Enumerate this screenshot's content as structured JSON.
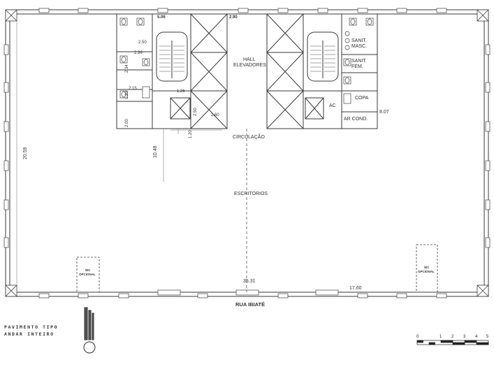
{
  "plan": {
    "street": "RUA IBIATÉ",
    "dims": {
      "width_bottom": "35.31",
      "width_right": "17.60",
      "height_left": "20.59",
      "height_right": "8.07",
      "core_depth": "10.48",
      "d506": "5.06",
      "d290": "2.90",
      "d250a": "2.50",
      "d236": "2.36",
      "d234": "2.34",
      "d215": "2.15",
      "d200": "2.00",
      "d120a": "1.20",
      "d120b": "1.20",
      "d126": "1.26",
      "d250b": "2.50",
      "d260": "2.60"
    },
    "rooms": {
      "hall_line1": "HALL",
      "hall_line2": "ELEVADORES",
      "circulation": "CIRCULAÇÃO",
      "offices": "ESCRITORIOS",
      "sanit_masc_1": "SANIT.",
      "sanit_masc_2": "MASC.",
      "sanit_fem_1": "SANIT.",
      "sanit_fem_2": "FEM.",
      "copa": "COPA",
      "ac": "AC",
      "ar_cond": "AR COND.",
      "wc_left_1": "WC",
      "wc_left_2": "OPCIONAL",
      "wc_right_1": "WC",
      "wc_right_2": "OPCIONAL"
    }
  },
  "legend": {
    "line1": "PAVIMENTO TIPO",
    "line2": "ANDAR INTEIRO"
  },
  "scale": {
    "ticks": [
      "0",
      "1",
      "2",
      "3",
      "4",
      "5"
    ]
  },
  "colors": {
    "line": "#3a3a3a",
    "light": "#8a8a8a"
  }
}
